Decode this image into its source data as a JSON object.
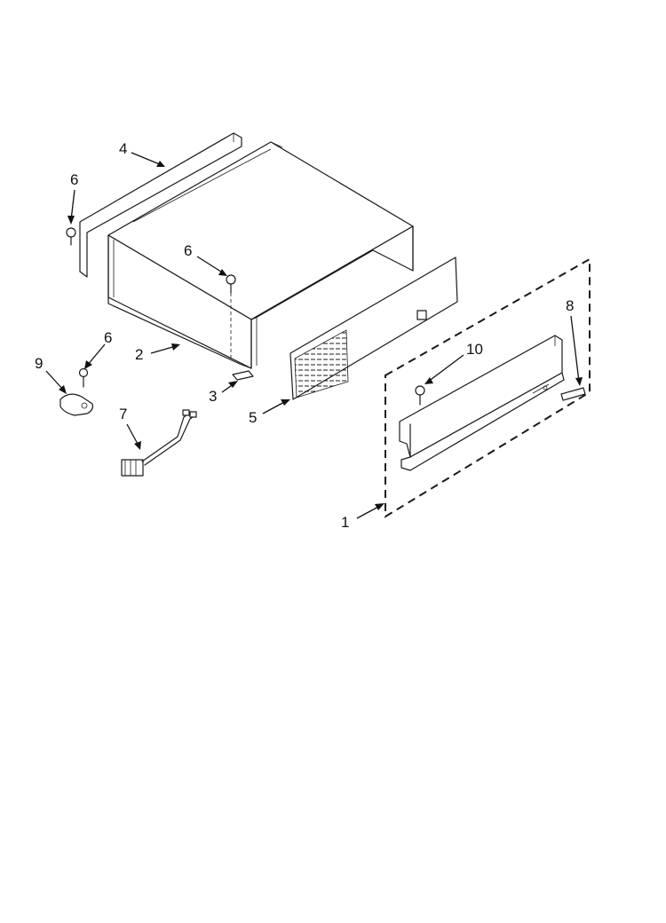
{
  "diagram": {
    "callouts": [
      {
        "id": "c1",
        "label": "1"
      },
      {
        "id": "c2",
        "label": "2"
      },
      {
        "id": "c3",
        "label": "3"
      },
      {
        "id": "c4",
        "label": "4"
      },
      {
        "id": "c5",
        "label": "5"
      },
      {
        "id": "c6a",
        "label": "6"
      },
      {
        "id": "c6b",
        "label": "6"
      },
      {
        "id": "c6c",
        "label": "6"
      },
      {
        "id": "c7",
        "label": "7"
      },
      {
        "id": "c8",
        "label": "8"
      },
      {
        "id": "c9",
        "label": "9"
      },
      {
        "id": "c10",
        "label": "10"
      }
    ]
  }
}
